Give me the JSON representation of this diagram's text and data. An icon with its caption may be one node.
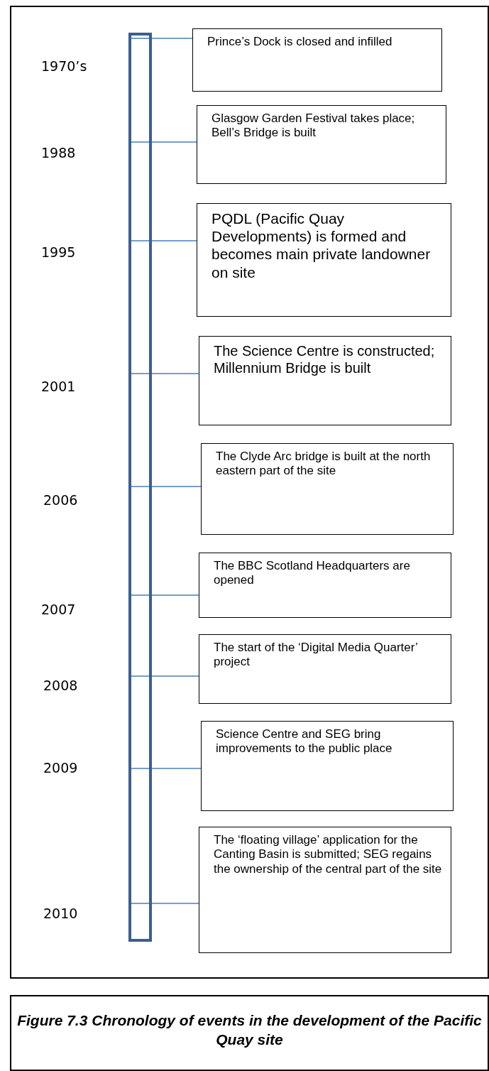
{
  "diagram": {
    "caption": "Figure 7.3 Chronology of events in the development of the Pacific Quay site",
    "nodes": [
      {
        "text": [],
        "shape": "bar"
      },
      {
        "text": [
          "Prince’s Dock is closed and infilled"
        ]
      },
      {
        "text": [
          "Glasgow Garden Festival takes place; Bell’s Bridge is built"
        ]
      },
      {
        "text": [
          "PQDL (Pacific Quay Developments) is formed and becomes main private landowner on site"
        ]
      },
      {
        "text": [
          "The Science Centre is constructed; Millennium Bridge is built"
        ]
      },
      {
        "text": [
          "The Clyde Arc bridge is built at the north eastern part of the site"
        ]
      },
      {
        "text": [
          "The BBC Scotland Headquarters are opened"
        ]
      },
      {
        "text": [
          "The start of the ‘Digital Media Quarter’ project"
        ]
      },
      {
        "text": [
          "Science Centre and SEG bring improvements to the public place"
        ]
      },
      {
        "text": [
          "The ‘floating village’ application for the Canting Basin is submitted; SEG regains the ownership of the central part of the site"
        ]
      }
    ],
    "edges": [
      {
        "from": 0,
        "to": 1,
        "arrow": "none"
      },
      {
        "from": 0,
        "to": 2,
        "arrow": "none"
      },
      {
        "from": 0,
        "to": 3,
        "arrow": "none"
      },
      {
        "from": 0,
        "to": 4,
        "arrow": "none"
      },
      {
        "from": 0,
        "to": 5,
        "arrow": "none"
      },
      {
        "from": 0,
        "to": 6,
        "arrow": "none"
      },
      {
        "from": 0,
        "to": 7,
        "arrow": "none"
      },
      {
        "from": 0,
        "to": 8,
        "arrow": "none"
      },
      {
        "from": 0,
        "to": 9,
        "arrow": "none"
      }
    ],
    "labels": [
      "1970’s",
      "1988",
      "1995",
      "2001",
      "2006",
      "2007",
      "2008",
      "2009",
      "2010"
    ]
  }
}
